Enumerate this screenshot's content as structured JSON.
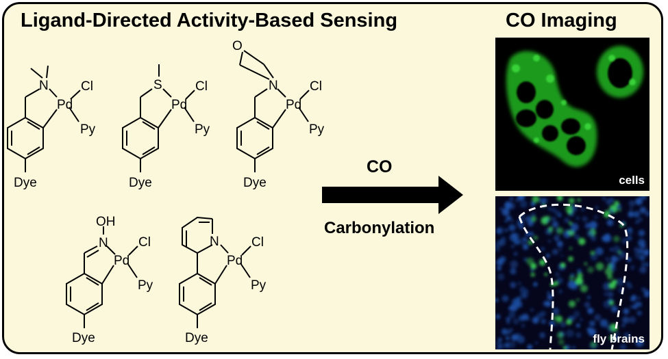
{
  "titles": {
    "main": "Ligand-Directed Activity-Based Sensing",
    "side": "CO Imaging"
  },
  "reaction": {
    "reagent": "CO",
    "process": "Carbonylation"
  },
  "panels": {
    "cells_label": "cells",
    "fly_label": "fly brains"
  },
  "molecules": [
    {
      "name": "N,N-dimethyl ligand probe",
      "heteroatom": "N",
      "metal": "Pd",
      "halide": "Cl",
      "coligand": "Py",
      "fluorophore": "Dye"
    },
    {
      "name": "thioether ligand probe",
      "heteroatom": "S",
      "metal": "Pd",
      "halide": "Cl",
      "coligand": "Py",
      "fluorophore": "Dye"
    },
    {
      "name": "morpholine ligand probe",
      "heteroatom": "N",
      "ring_atom": "O",
      "metal": "Pd",
      "halide": "Cl",
      "coligand": "Py",
      "fluorophore": "Dye"
    },
    {
      "name": "oxime ligand probe",
      "heteroatom": "N",
      "hydroxyl": "OH",
      "metal": "Pd",
      "halide": "Cl",
      "coligand": "Py",
      "fluorophore": "Dye"
    },
    {
      "name": "2-phenylpyridine ligand probe",
      "heteroatom": "N",
      "metal": "Pd",
      "halide": "Cl",
      "coligand": "Py",
      "fluorophore": "Dye"
    }
  ],
  "colors": {
    "background": "#fbf8dc",
    "border": "#000000",
    "cell_fluorescence": "#2fd12f",
    "fly_signal_low": "#1e56b0",
    "fly_signal_high": "#40e05a"
  }
}
